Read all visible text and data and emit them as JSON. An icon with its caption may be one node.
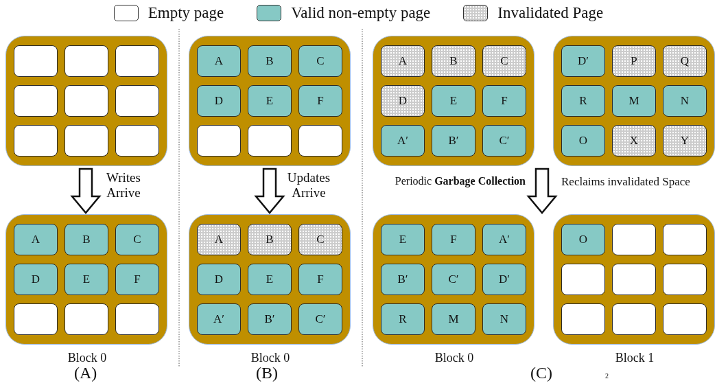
{
  "diagram": {
    "nodes": [
      {
        "text": [],
        "shape": "box"
      },
      {
        "text": [],
        "shape": "box",
        "in": 0
      },
      {
        "text": [],
        "shape": "box",
        "in": 0
      },
      {
        "text": [],
        "shape": "box",
        "in": 0
      },
      {
        "text": [],
        "shape": "box",
        "in": 0
      },
      {
        "text": [],
        "shape": "box",
        "in": 0
      },
      {
        "text": [],
        "shape": "box",
        "in": 0
      },
      {
        "text": [],
        "shape": "box",
        "in": 0
      },
      {
        "text": [],
        "shape": "box",
        "in": 0
      },
      {
        "text": [],
        "shape": "box",
        "in": 0
      },
      {
        "text": [],
        "shape": "box",
        "beside": [
          "Block 0"
        ]
      },
      {
        "text": [
          "A"
        ],
        "in": 10
      },
      {
        "text": [
          "B"
        ],
        "in": 10
      },
      {
        "text": [
          "C"
        ],
        "in": 10
      },
      {
        "text": [
          "D"
        ],
        "in": 10
      },
      {
        "text": [
          "E"
        ],
        "in": 10
      },
      {
        "text": [
          "F"
        ],
        "in": 10
      },
      {
        "text": [],
        "shape": "box",
        "in": 10
      },
      {
        "text": [],
        "shape": "box",
        "in": 10
      },
      {
        "text": [],
        "shape": "box",
        "in": 10
      },
      {
        "text": [],
        "shape": "box"
      },
      {
        "text": [
          "A"
        ],
        "in": 20
      },
      {
        "text": [
          "B"
        ],
        "in": 20
      },
      {
        "text": [
          "C"
        ],
        "in": 20
      },
      {
        "text": [
          "D"
        ],
        "in": 20
      },
      {
        "text": [
          "E"
        ],
        "in": 20
      },
      {
        "text": [
          "F"
        ],
        "in": 20
      },
      {
        "text": [],
        "shape": "box",
        "in": 20
      },
      {
        "text": [],
        "shape": "box",
        "in": 20
      },
      {
        "text": [],
        "shape": "box",
        "in": 20
      },
      {
        "text": [],
        "shape": "box",
        "beside": [
          "Block 0"
        ]
      },
      {
        "text": [
          "A"
        ],
        "in": 30
      },
      {
        "text": [
          "B"
        ],
        "in": 30
      },
      {
        "text": [
          "C"
        ],
        "in": 30
      },
      {
        "text": [
          "D"
        ],
        "in": 30
      },
      {
        "text": [
          "E"
        ],
        "in": 30
      },
      {
        "text": [
          "F"
        ],
        "in": 30
      },
      {
        "text": [
          "A′"
        ],
        "in": 30
      },
      {
        "text": [
          "B′"
        ],
        "in": 30
      },
      {
        "text": [
          "C′"
        ],
        "in": 30
      },
      {
        "text": [],
        "shape": "box"
      },
      {
        "text": [
          "A"
        ],
        "in": 40
      },
      {
        "text": [
          "B"
        ],
        "in": 40
      },
      {
        "text": [
          "C"
        ],
        "in": 40
      },
      {
        "text": [
          "D"
        ],
        "in": 40
      },
      {
        "text": [
          "E"
        ],
        "in": 40
      },
      {
        "text": [
          "F"
        ],
        "in": 40
      },
      {
        "text": [
          "A′"
        ],
        "in": 40
      },
      {
        "text": [
          "B′"
        ],
        "in": 40
      },
      {
        "text": [
          "C′"
        ],
        "in": 40
      },
      {
        "text": [],
        "shape": "box"
      },
      {
        "text": [
          "D′"
        ],
        "in": 50
      },
      {
        "text": [
          "P"
        ],
        "in": 50
      },
      {
        "text": [
          "Q"
        ],
        "in": 50
      },
      {
        "text": [
          "R"
        ],
        "in": 50
      },
      {
        "text": [
          "M"
        ],
        "in": 50
      },
      {
        "text": [
          "N"
        ],
        "in": 50
      },
      {
        "text": [
          "O"
        ],
        "in": 50
      },
      {
        "text": [
          "X"
        ],
        "in": 50
      },
      {
        "text": [
          "Y"
        ],
        "in": 50
      },
      {
        "text": [],
        "shape": "box",
        "beside": [
          "Block 0"
        ]
      },
      {
        "text": [
          "E"
        ],
        "in": 60
      },
      {
        "text": [
          "F"
        ],
        "in": 60
      },
      {
        "text": [
          "A′"
        ],
        "in": 60
      },
      {
        "text": [
          "B′"
        ],
        "in": 60
      },
      {
        "text": [
          "C′"
        ],
        "in": 60
      },
      {
        "text": [
          "D′"
        ],
        "in": 60
      },
      {
        "text": [
          "R"
        ],
        "in": 60
      },
      {
        "text": [
          "M"
        ],
        "in": 60
      },
      {
        "text": [
          "N"
        ],
        "in": 60
      },
      {
        "text": [],
        "shape": "box",
        "beside": [
          "Block 1"
        ]
      },
      {
        "text": [
          "O"
        ],
        "in": 70
      },
      {
        "text": [],
        "shape": "box",
        "in": 70
      },
      {
        "text": [],
        "shape": "box",
        "in": 70
      },
      {
        "text": [],
        "shape": "box",
        "in": 70
      },
      {
        "text": [],
        "shape": "box",
        "in": 70
      },
      {
        "text": [],
        "shape": "box",
        "in": 70
      },
      {
        "text": [],
        "shape": "box",
        "in": 70
      },
      {
        "text": [],
        "shape": "box",
        "in": 70
      },
      {
        "text": [],
        "shape": "box",
        "in": 70
      }
    ],
    "edges": [
      {
        "from": 0,
        "to": 10,
        "arrow": "to",
        "label": "Writes Arrive"
      },
      {
        "from": 20,
        "to": 30,
        "arrow": "to",
        "label": "Updates Arrive"
      },
      {
        "from": 40,
        "to": 60,
        "arrow": "to",
        "label": "Periodic **Garbage Collection**"
      }
    ],
    "labels": [
      "Reclaims invalidated Space",
      "(A)",
      "(B)",
      "(C)",
      "2"
    ],
    "legend": [
      {
        "text": "Empty page",
        "color": "#ffffff"
      },
      {
        "text": "Valid non-empty page",
        "color": "#86c9c5"
      },
      {
        "text": "Invalidated Page",
        "color": "#cccccc"
      }
    ]
  }
}
